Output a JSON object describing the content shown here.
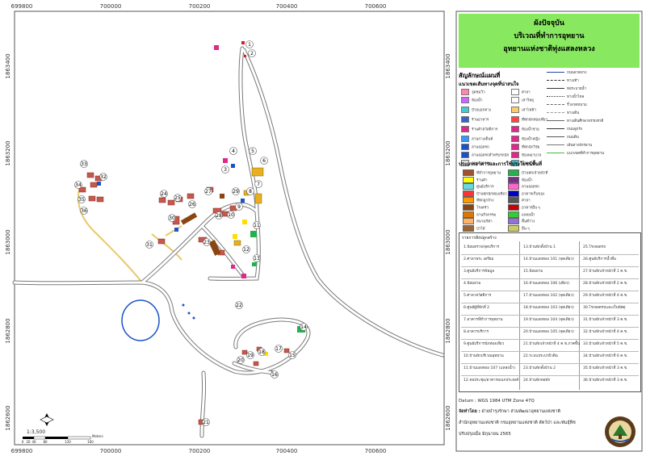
{
  "map": {
    "x_ticks": [
      "699800",
      "700000",
      "700200",
      "700400",
      "700600"
    ],
    "y_ticks": [
      "1863400",
      "1863200",
      "1863000",
      "1862800",
      "1862600"
    ],
    "scale_text": "1:3,500",
    "scale_bar_labels": [
      "0",
      "20",
      "40",
      "80",
      "120",
      "160"
    ],
    "scale_unit": "Meters",
    "markers": [
      "1",
      "2",
      "3",
      "4",
      "5",
      "6",
      "7",
      "8",
      "9",
      "10",
      "11",
      "12",
      "13",
      "14",
      "15",
      "16",
      "17",
      "18",
      "19",
      "20",
      "21",
      "22",
      "23",
      "24",
      "25",
      "26",
      "27",
      "28",
      "29",
      "30",
      "31",
      "32",
      "33",
      "34",
      "35",
      "36"
    ]
  },
  "panel": {
    "title_lines": [
      "ผังปัจจุบัน",
      "บริเวณที่ทำการอุทยาน",
      "อุทยานแห่งชาติทุ่งแสลงหลวง"
    ],
    "legend_heading": "สัญลักษณ์แผนที่",
    "poi_subheading": "แนวเขตเส้นทางจุดที่น่าสนใจ",
    "poi_items": [
      "จุดชมวิว",
      "ห้องน้ำ",
      "ป้ายบอกทาง",
      "ร้านอาหาร",
      "ร้านค้าสวัสดิการ",
      "ลานกางเต็นท์",
      "ลานจอดรถ",
      "ลานจอดรถสำหรับรถบัส",
      "ลานกิจกรรม",
      "ศาลา",
      "เสาวิทยุ",
      "เสาไฟฟ้า",
      "ที่พักนักท่องเที่ยว",
      "ห้องน้ำชาย",
      "ห้องน้ำหญิง",
      "ที่พักนักวิจัย",
      "ห้องพยาบาล",
      "น้ำตก"
    ],
    "line_items": [
      "ถนนลาดยาง",
      "ทางเท้า",
      "ท่อระบายน้ำ",
      "ทางน้ำไหล",
      "รั้วลวดหนาม",
      "ทางเดิน",
      "ทางเดินศึกษาธรรมชาติ",
      "ถนนลูกรัง",
      "ถนนดิน",
      "เส้นทางจักรยาน",
      "แนวเขตที่ทำการอุทยาน"
    ],
    "landuse_heading": "ประเภทอาคารและการใช้ประโยชน์พื้นที่",
    "landuse_items": [
      {
        "label": "ที่ทำการอุทยาน",
        "color": "#a0522d"
      },
      {
        "label": "บ้านพักเจ้าหน้าที่",
        "color": "#22b14c"
      },
      {
        "label": "ร้านค้า",
        "color": "#ffff00"
      },
      {
        "label": "ห้องน้ำ",
        "color": "#7b2d8e"
      },
      {
        "label": "ศูนย์บริการ",
        "color": "#66dddd"
      },
      {
        "label": "ลานจอดรถ",
        "color": "#ff66cc"
      },
      {
        "label": "บ้านพักนักท่องเที่ยว",
        "color": "#ff3333"
      },
      {
        "label": "อาคารเก็บของ",
        "color": "#0000cc"
      },
      {
        "label": "ที่พักลูกจ้าง",
        "color": "#ff9900"
      },
      {
        "label": "ศาลา",
        "color": "#555555"
      },
      {
        "label": "โรงครัว",
        "color": "#8b4513"
      },
      {
        "label": "อาคารอื่น ๆ",
        "color": "#cc0000"
      },
      {
        "label": "ลานกิจกรรม",
        "color": "#dd7700"
      },
      {
        "label": "แหล่งน้ำ",
        "color": "#33cc33"
      },
      {
        "label": "สนามกีฬา",
        "color": "#ffb366"
      },
      {
        "label": "พื้นที่ว่าง",
        "color": "#9370db"
      },
      {
        "label": "ป่าไม้",
        "color": "#996633"
      },
      {
        "label": "อื่น ๆ",
        "color": "#cccc66"
      }
    ],
    "building_heading": "รายการสิ่งปลูกสร้าง",
    "buildings": [
      "1.ป้อมตรวจ/จุดบริการ",
      "2.ศาลาพระ เตรียม",
      "3.ศูนย์บริการข้อมูล",
      "4.ป้อมยาม",
      "5.ศาลาสวัสดิการ",
      "6.ศูนย์ผู้ที่พักที่ 2",
      "7.อาคารที่ทำการอุทยาน",
      "8.อาคารบริการ",
      "9.ศูนย์บริการนักท่องเที่ยว",
      "10.บ้านพักบริเวณอุทยาน",
      "11.บ้านแสงทอง 107 (แหล่งน้ำ)",
      "12.หอประชุม/อาคารอเนกประสงค์",
      "13.บ้านพักตั้งบ้าน 1",
      "14.บ้านแสงทอง 101 (จุดเดียว)",
      "15.ป้อมยาม",
      "16.บ้านแสงทอง 106 (เดียว)",
      "17.บ้านแสงทอง 102 (จุดเดียว)",
      "18.บ้านแสงทอง 103 (จุดเดียว)",
      "19.บ้านแสงทอง 104 (จุดเดียว)",
      "20.บ้านแสงทอง 105 (จุดเดียว)",
      "21.บ้านพักเจ้าหน้าที่ 4 ค.ช.ภาคพื้น",
      "22.ระบบประปาผิวดิน",
      "23.บ้านพักตั้งบ้าน 2",
      "24.บ้านพักหอพัก",
      "25.โรงจอดรถ",
      "26.ศูนย์บริการน้ำดื่ม",
      "27.บ้านพักเจ้าหน้าที่ 1 ค.ช.",
      "28.บ้านพักเจ้าหน้าที่ 2 ค.ช.",
      "29.บ้านพักเจ้าหน้าที่ 4 ค.ช.",
      "30.โรงจอดรถและเก็บพัสดุ",
      "31.บ้านพักเจ้าหน้าที่ 3 ค.ช.",
      "32.บ้านพักเจ้าหน้าที่ 4 ค.ช.",
      "33.บ้านพักเจ้าหน้าที่ 5 ค.ช.",
      "34.บ้านพักเจ้าหน้าที่ 6 ค.ช.",
      "35.บ้านพักเจ้าหน้าที่ 3 ค.ช.",
      "36.บ้านพักเจ้าหน้าที่ 3 ค.ช."
    ],
    "datum": "Datum : WGS 1984 UTM Zone 47Q",
    "made_by_label": "จัดทำโดย :",
    "made_by": "ฝ่ายบำรุงรักษา ส่วนพัฒนาอุทยานแห่งชาติ",
    "org": "สำนักอุทยานแห่งชาติ กรมอุทยานแห่งชาติ สัตว์ป่า และพันธุ์พืช",
    "updated": "ปรับปรุงเมื่อ มิถุนายน 2565"
  },
  "colors": {
    "road": "#7a7a7a",
    "trail": "#e8c96a",
    "pond": "#1a53c8",
    "title_bg": "#88e860",
    "house_red": "#c8584c",
    "marker_pink": "#e0288a"
  }
}
